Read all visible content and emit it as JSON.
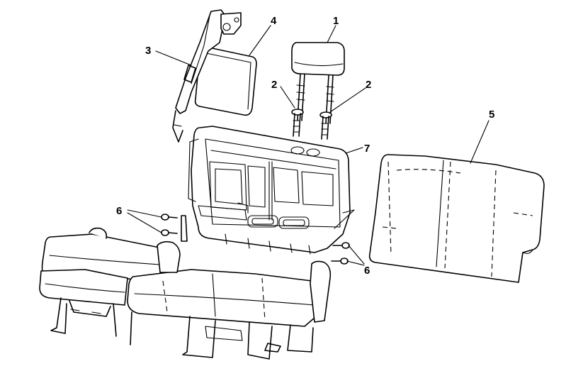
{
  "diagram": {
    "callouts": [
      {
        "id": "1",
        "text": "1"
      },
      {
        "id": "2a",
        "text": "2"
      },
      {
        "id": "2b",
        "text": "2"
      },
      {
        "id": "3",
        "text": "3"
      },
      {
        "id": "4",
        "text": "4"
      },
      {
        "id": "5",
        "text": "5"
      },
      {
        "id": "6a",
        "text": "6"
      },
      {
        "id": "6b",
        "text": "6"
      },
      {
        "id": "7",
        "text": "7"
      }
    ],
    "colors": {
      "line": "#000000",
      "background": "#ffffff"
    }
  }
}
